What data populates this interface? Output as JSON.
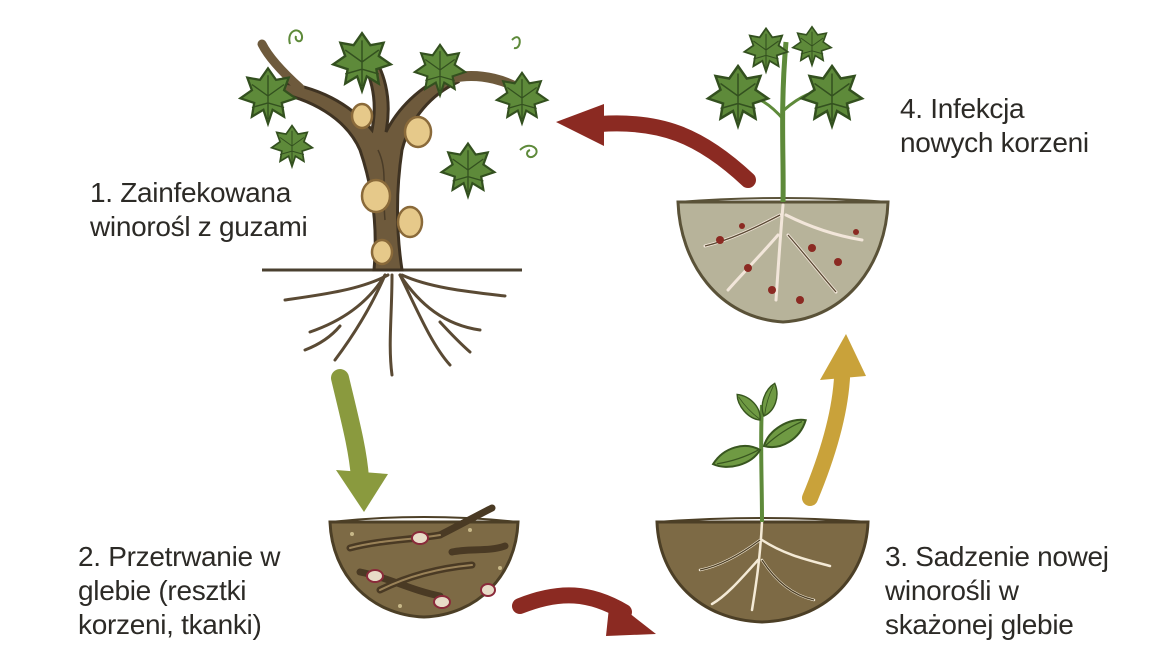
{
  "steps": [
    {
      "lines": [
        "1. Zainfekowana",
        "winorośl z guzami"
      ]
    },
    {
      "lines": [
        "2. Przetrwanie w",
        "glebie (resztki",
        "korzeni, tkanki)"
      ]
    },
    {
      "lines": [
        "3. Sadzenie nowej",
        "winorośli w",
        "skażonej glebie"
      ]
    },
    {
      "lines": [
        "4. Infekcja",
        "nowych korzeni"
      ]
    }
  ],
  "colors": {
    "arrow_green": "#8a9a3e",
    "arrow_red": "#8b2a22",
    "arrow_gold": "#c9a23a",
    "leaf": "#5e8a3a",
    "trunk": "#6e5a3c",
    "soil": "#7d6a45",
    "gall": "#e6c98a"
  }
}
